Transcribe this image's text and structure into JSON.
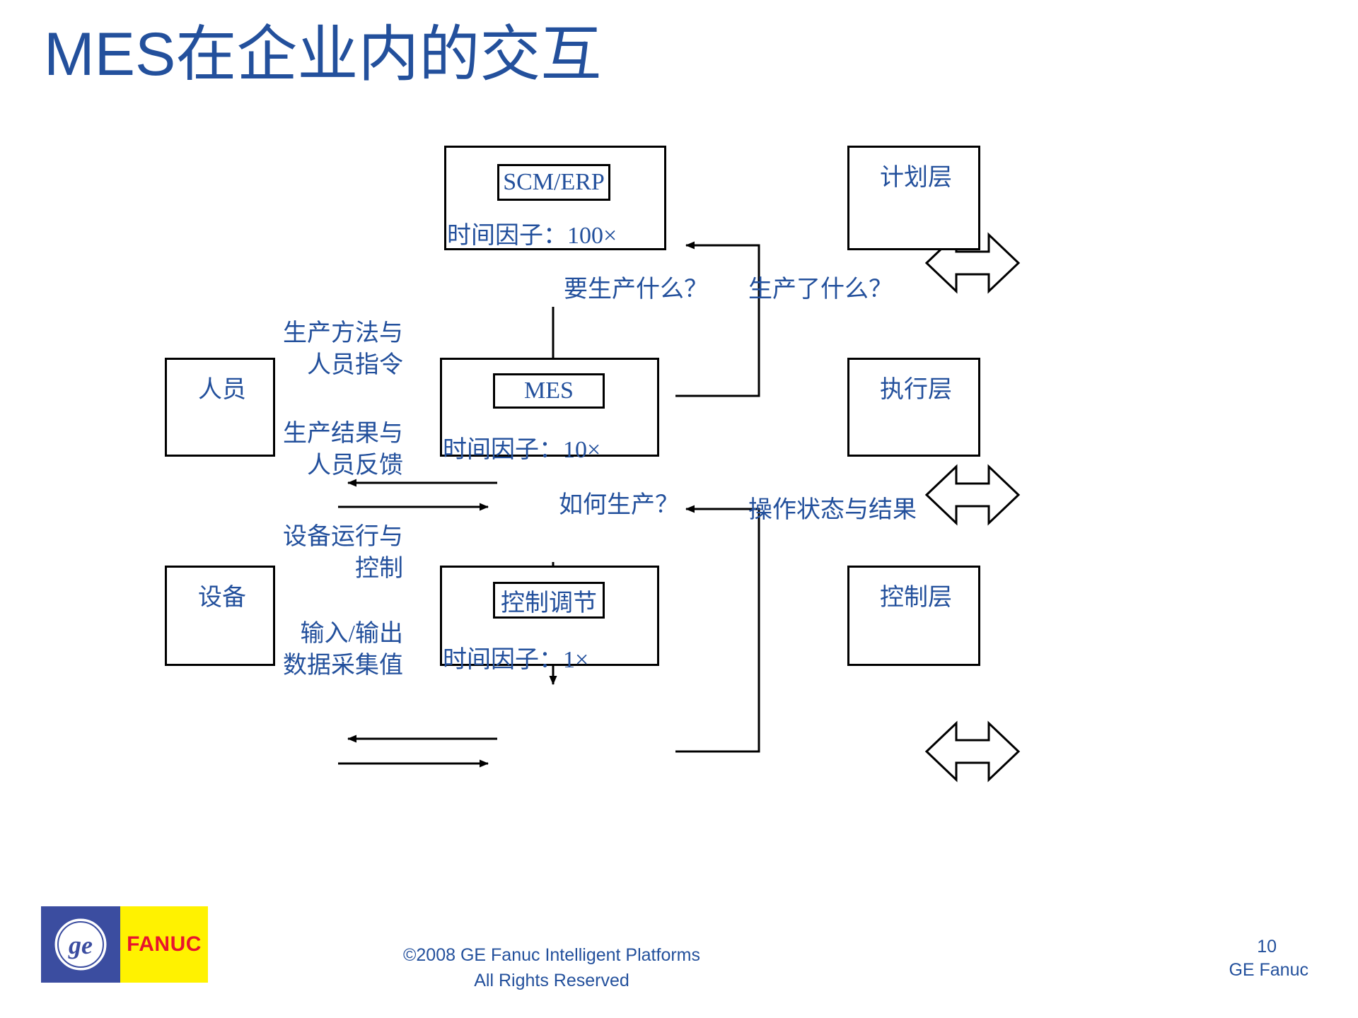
{
  "slide": {
    "title": "MES在企业内的交互",
    "title_color": "#23509c",
    "page_number": "10",
    "org": "GE Fanuc"
  },
  "footer": {
    "copyright_line1": "©2008 GE Fanuc Intelligent Platforms",
    "copyright_line2": "All Rights Reserved",
    "logo_text": "FANUC",
    "logo_mark": "GE",
    "logo_blue": "#3b4da0",
    "logo_yellow": "#fff200",
    "logo_red": "#e8142d"
  },
  "diagram": {
    "center_nodes": [
      {
        "id": "scm",
        "label": "SCM/ERP",
        "time_factor": "时间因子：100×"
      },
      {
        "id": "mes",
        "label": "MES",
        "time_factor": "时间因子：10×"
      },
      {
        "id": "ctrl",
        "label": "控制调节",
        "time_factor": "时间因子：1×"
      }
    ],
    "left_nodes": [
      {
        "id": "people",
        "label": "人员"
      },
      {
        "id": "equipment",
        "label": "设备"
      }
    ],
    "right_nodes": [
      {
        "id": "planning",
        "label": "计划层"
      },
      {
        "id": "execution",
        "label": "执行层"
      },
      {
        "id": "control",
        "label": "控制层"
      }
    ],
    "edge_labels": {
      "scm_to_mes": "要生产什么？",
      "mes_to_scm": "生产了什么？",
      "mes_to_ctrl": "如何生产？",
      "ctrl_to_mes": "操作状态与结果",
      "mes_to_people_l1": "生产方法与",
      "mes_to_people_l2": "人员指令",
      "people_to_mes_l1": "生产结果与",
      "people_to_mes_l2": "人员反馈",
      "ctrl_to_equip_l1": "设备运行与",
      "ctrl_to_equip_l2": "控制",
      "equip_to_ctrl_l1": "输入/输出",
      "equip_to_ctrl_l2": "数据采集值"
    },
    "colors": {
      "line": "#000000",
      "text": "#23509c",
      "background": "#ffffff"
    }
  }
}
